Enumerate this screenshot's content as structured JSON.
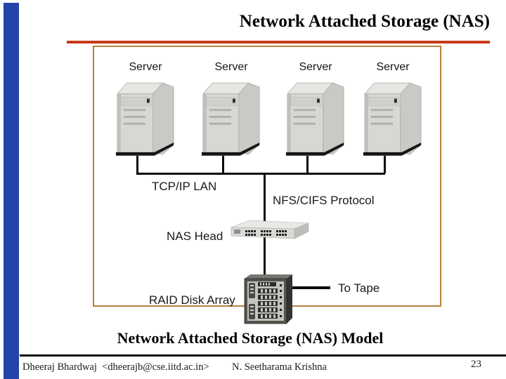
{
  "slide": {
    "title": "Network Attached Storage (NAS)",
    "caption": "Network Attached Storage (NAS) Model",
    "page_number": "23"
  },
  "footer": {
    "author": "Dheeraj Bhardwaj  <dheerajb@cse.iitd.ac.in>",
    "presenter": "N. Seetharama Krishna"
  },
  "diagram": {
    "servers": [
      {
        "label": "Server"
      },
      {
        "label": "Server"
      },
      {
        "label": "Server"
      },
      {
        "label": "Server"
      }
    ],
    "labels": {
      "lan": "TCP/IP LAN",
      "protocol": "NFS/CIFS Protocol",
      "nas_head": "NAS Head",
      "raid": "RAID Disk Array",
      "tape": "To Tape"
    }
  },
  "colors": {
    "accent": "#C63A17",
    "border": "#B5813D",
    "sidebar": "#2444A8"
  }
}
